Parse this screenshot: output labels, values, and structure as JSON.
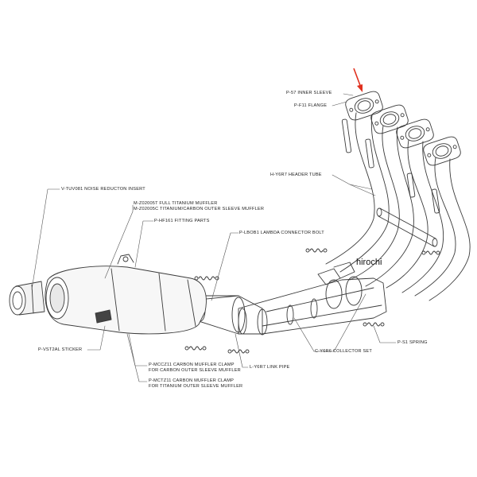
{
  "watermark": "hirochi",
  "colors": {
    "line": "#3a3a3a",
    "shade": "#d9d9d9",
    "arrow": "#e0301e"
  },
  "labels": {
    "inner_sleeve": "P-57  INNER SLEEVE",
    "flange": "P-F11  FLANGE",
    "header_tube": "H-Y6R7  HEADER TUBE",
    "noise_insert": "V-TUV081  NOISE REDUCTON INSERT",
    "muffler_full_titanium": "M-Z02005T   FULL TITANIUM MUFFLER",
    "muffler_titanium_carbon": "M-Z02005C  TITANIUM/CARBON OUTER SLEEVE MUFFLER",
    "fitting_parts": "P-HF161  FITTING PARTS",
    "lambda_bolt": "P-LBOB1  LAMBDA CONNECTOR BOLT",
    "sticker": "P-VST2AL  STICKER",
    "collector_set": "C-Y6R6  COLLECTOR SET",
    "spring": "P-S1  SPRING",
    "link_pipe": "L-Y6R7  LINK PIPE",
    "clamp_carbon_1": "P-MCCZ11  CARBON MUFFLER CLAMP",
    "clamp_carbon_2": "FOR CARBON OUTER SLEEVE MUFFLER",
    "clamp_titanium_1": "P-MCTZ11  CARBON MUFFLER CLAMP",
    "clamp_titanium_2": "FOR TITANIUM OUTER SLEEVE MUFFLER"
  }
}
